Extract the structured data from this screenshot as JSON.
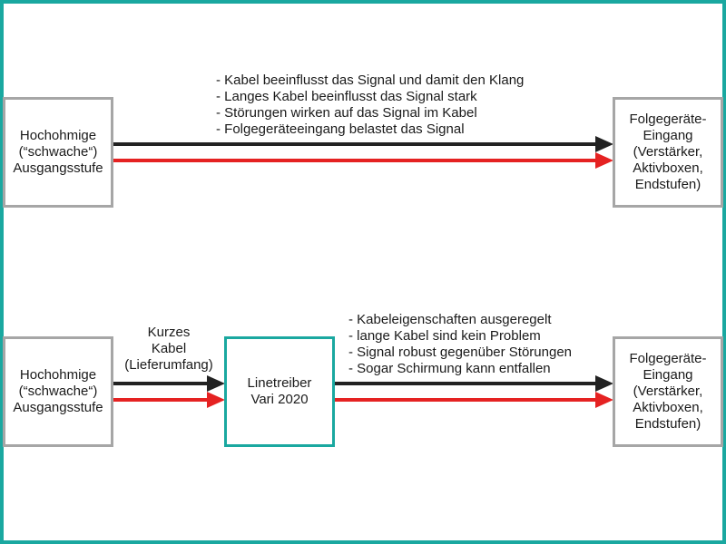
{
  "colors": {
    "frame": "#1aa8a0",
    "box_border": "#a6a6a6",
    "black_line": "#222222",
    "red_line": "#e52222",
    "teal": "#1aa8a0"
  },
  "top": {
    "source_box": "Hochohmige\n(“schwache“)\nAusgangsstufe",
    "target_box": "Folgegeräte-\nEingang\n(Verstärker,\nAktivboxen,\nEndstufen)",
    "notes": [
      "- Kabel beeinflusst das Signal und damit den Klang",
      "- Langes Kabel beeinflusst das Signal stark",
      "- Störungen wirken auf das Signal im Kabel",
      "- Folgegeräteeingang belastet das Signal"
    ]
  },
  "bottom": {
    "source_box": "Hochohmige\n(“schwache“)\nAusgangsstufe",
    "short_cable_label": "Kurzes\nKabel\n(Lieferumfang)",
    "driver_box": "Linetreiber\nVari 2020",
    "target_box": "Folgegeräte-\nEingang\n(Verstärker,\nAktivboxen,\nEndstufen)",
    "notes": [
      "- Kabeleigenschaften ausgeregelt",
      "- lange Kabel sind kein Problem",
      "- Signal robust gegenüber Störungen",
      "- Sogar Schirmung kann entfallen"
    ]
  }
}
